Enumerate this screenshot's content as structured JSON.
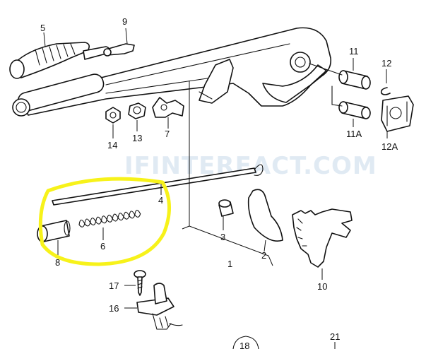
{
  "diagram": {
    "watermark": "IFINTEREACT.COM",
    "parts": [
      {
        "id": "p5",
        "label": "5"
      },
      {
        "id": "p9",
        "label": "9"
      },
      {
        "id": "p11",
        "label": "11"
      },
      {
        "id": "p12",
        "label": "12"
      },
      {
        "id": "p11a",
        "label": "11A"
      },
      {
        "id": "p12a",
        "label": "12A"
      },
      {
        "id": "p14",
        "label": "14"
      },
      {
        "id": "p13",
        "label": "13"
      },
      {
        "id": "p7",
        "label": "7"
      },
      {
        "id": "p4",
        "label": "4"
      },
      {
        "id": "p6",
        "label": "6"
      },
      {
        "id": "p8",
        "label": "8"
      },
      {
        "id": "p3",
        "label": "3"
      },
      {
        "id": "p2",
        "label": "2"
      },
      {
        "id": "p1",
        "label": "1"
      },
      {
        "id": "p10",
        "label": "10"
      },
      {
        "id": "p17",
        "label": "17"
      },
      {
        "id": "p16",
        "label": "16"
      },
      {
        "id": "p21",
        "label": "21"
      },
      {
        "id": "p18",
        "label": "18"
      }
    ],
    "highlight": {
      "color": "#f7f21a",
      "encloses": [
        "4",
        "6",
        "8"
      ]
    },
    "colors": {
      "ink": "#111111",
      "highlight": "#f7f21a",
      "watermark": "#c7d8ea"
    }
  }
}
